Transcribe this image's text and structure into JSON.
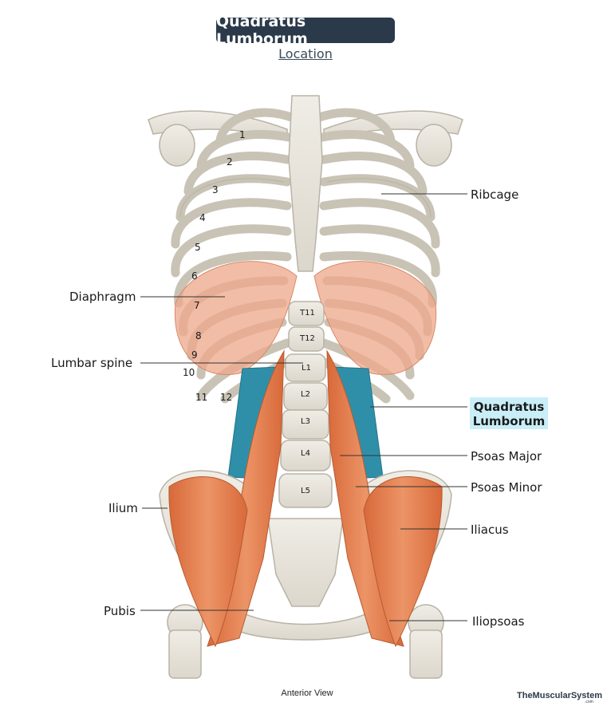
{
  "header": {
    "title": "Quadratus Lumborum",
    "subtitle": "Location"
  },
  "labels": {
    "ribcage": "Ribcage",
    "diaphragm": "Diaphragm",
    "lumbar_spine": "Lumbar spine",
    "quadratus_lumborum": [
      "Quadratus",
      "Lumborum"
    ],
    "psoas_major": "Psoas Major",
    "psoas_minor": "Psoas Minor",
    "ilium": "Ilium",
    "iliacus": "Iliacus",
    "pubis": "Pubis",
    "iliopsoas": "Iliopsoas"
  },
  "rib_numbers": [
    "1",
    "2",
    "3",
    "4",
    "5",
    "6",
    "7",
    "8",
    "9",
    "10",
    "11",
    "12"
  ],
  "vertebrae": [
    "T11",
    "T12",
    "L1",
    "L2",
    "L3",
    "L4",
    "L5"
  ],
  "caption": "Anterior View",
  "brand": {
    "name": "TheMuscularSystem",
    "suffix": ".com"
  },
  "colors": {
    "bone": "#e8e4dc",
    "muscle": "#e07a4a",
    "quadratus": "#2f8fa8",
    "diaphragm": "#eea78a",
    "highlight": "#c9eef8",
    "title_bg": "#2b3a4a"
  }
}
